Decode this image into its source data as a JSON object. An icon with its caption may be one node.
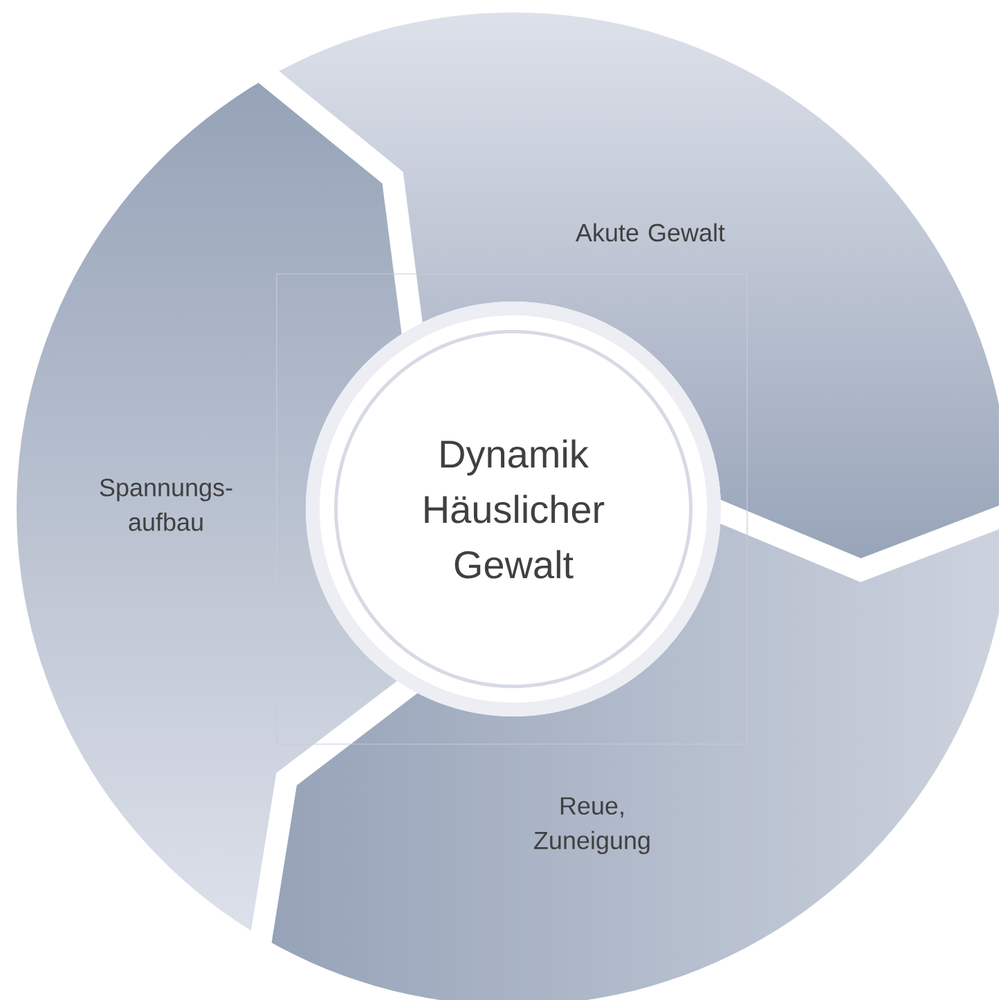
{
  "diagram": {
    "nodes": [
      {
        "text": [
          "Akute Gewalt"
        ]
      },
      {
        "text": [
          "Spannungs- aufbau"
        ]
      },
      {
        "text": [
          "Dynamik Häuslicher Gewalt"
        ]
      },
      {
        "text": [
          "Reue, Zuneigung"
        ]
      }
    ]
  }
}
